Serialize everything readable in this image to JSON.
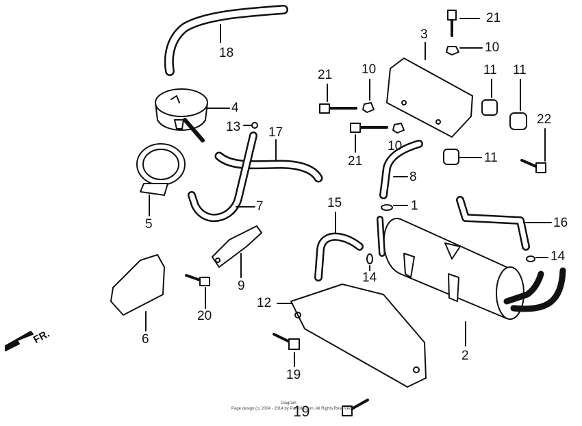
{
  "diagram": {
    "callouts": {
      "c1": "1",
      "c2": "2",
      "c3": "3",
      "c4": "4",
      "c5": "5",
      "c6": "6",
      "c7": "7",
      "c8": "8",
      "c9": "9",
      "c10a": "10",
      "c10b": "10",
      "c10c": "10",
      "c11a": "11",
      "c11b": "11",
      "c11c": "11",
      "c12": "12",
      "c13": "13",
      "c14a": "14",
      "c14b": "14",
      "c15": "15",
      "c16": "16",
      "c17": "17",
      "c18": "18",
      "c19a": "19",
      "c19b": "19",
      "c20": "20",
      "c21a": "21",
      "c21b": "21",
      "c21c": "21",
      "c22": "22"
    },
    "direction_label": "FR.",
    "footer": {
      "line1": "Diagram",
      "line2": "Page design (c) 2004 - 2014 by Partzilla.com. All Rights Reserved"
    }
  },
  "colors": {
    "line": "#111111",
    "background": "#ffffff"
  }
}
